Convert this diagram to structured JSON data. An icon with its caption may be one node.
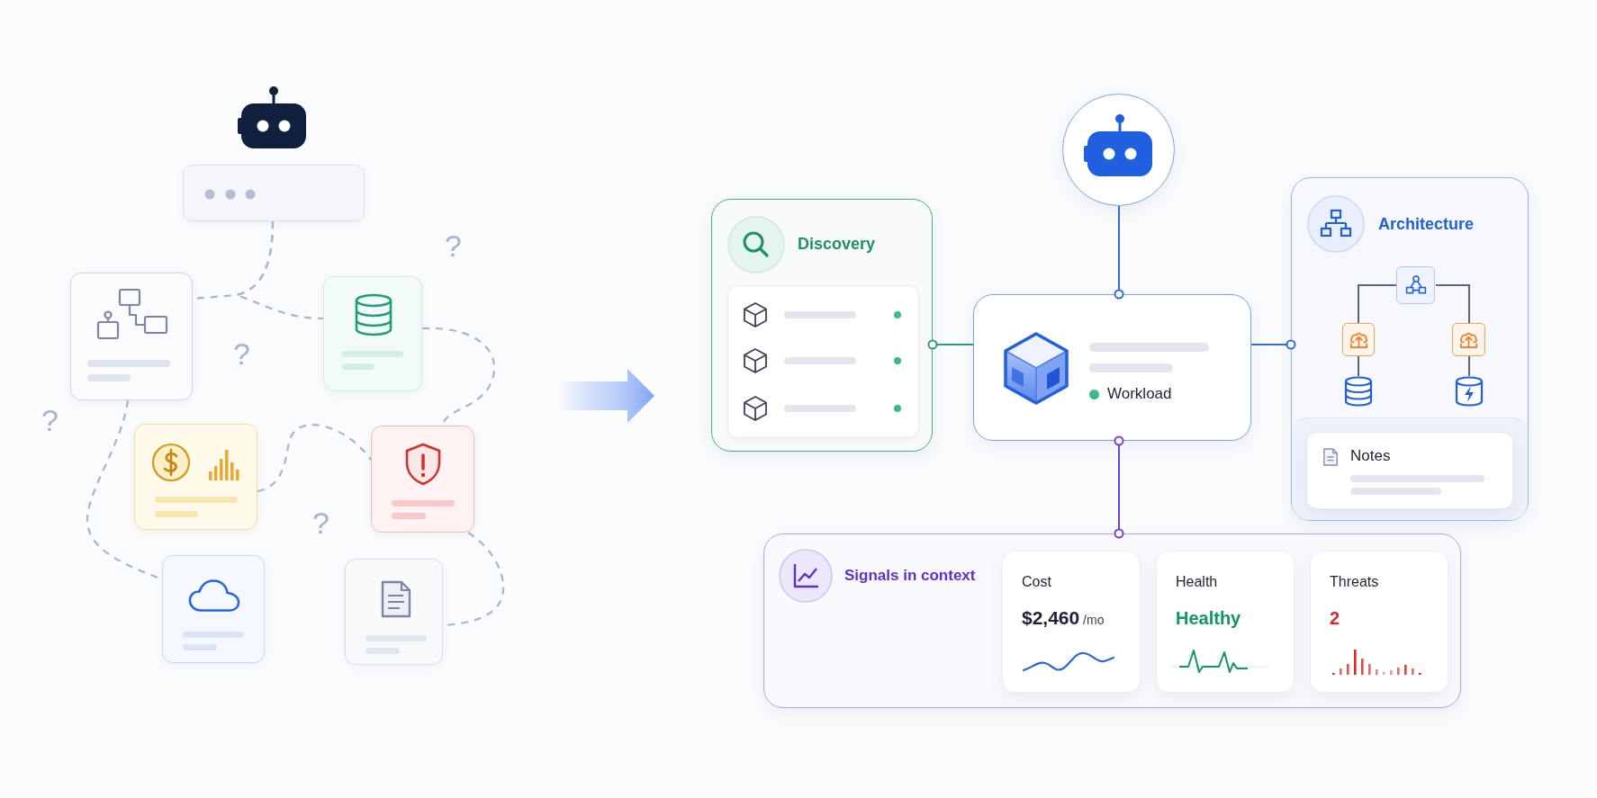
{
  "diagram": {
    "nodes": [
      {
        "text": [],
        "shape": "box"
      },
      {
        "text": [],
        "shape": "box"
      },
      {
        "text": [],
        "shape": "box"
      },
      {
        "text": [],
        "shape": "box"
      },
      {
        "text": [],
        "shape": "box"
      },
      {
        "text": [],
        "shape": "box"
      },
      {
        "text": [],
        "shape": "box"
      },
      {
        "text": [],
        "shape": "circle"
      },
      {
        "text": [
          "Discovery"
        ]
      },
      {
        "text": [
          "Workload"
        ]
      },
      {
        "text": [
          "Architecture"
        ]
      },
      {
        "text": [],
        "shape": "box",
        "in": 10
      },
      {
        "text": [],
        "shape": "box",
        "in": 10
      },
      {
        "text": [],
        "shape": "box",
        "in": 10
      },
      {
        "text": [],
        "shape": "cylinder",
        "in": 10
      },
      {
        "text": [],
        "shape": "cylinder",
        "in": 10
      },
      {
        "text": [
          "Notes"
        ],
        "in": 10
      },
      {
        "text": [
          "Signals in context"
        ]
      },
      {
        "text": [
          "Cost",
          "**$2,460** /mo"
        ],
        "in": 17
      },
      {
        "text": [
          "Health",
          "Healthy"
        ],
        "in": 17
      },
      {
        "text": [
          "Threats",
          "2"
        ],
        "in": 17
      }
    ],
    "edges": [
      {
        "from": 0,
        "to": 1,
        "arrow": "none",
        "style": "dashed"
      },
      {
        "from": 0,
        "to": 2,
        "arrow": "none",
        "style": "dashed"
      },
      {
        "from": 1,
        "to": 5,
        "arrow": "none",
        "style": "dashed"
      },
      {
        "from": 2,
        "to": 4,
        "arrow": "none",
        "style": "dashed"
      },
      {
        "from": 3,
        "to": 4,
        "arrow": "none",
        "style": "dashed"
      },
      {
        "from": 4,
        "to": 6,
        "arrow": "none",
        "style": "dashed"
      },
      {
        "from": 7,
        "to": 9,
        "arrow": "other",
        "color": "#2f6be3"
      },
      {
        "from": 9,
        "to": 8,
        "arrow": "other",
        "color": "#2a9d7a"
      },
      {
        "from": 9,
        "to": 10,
        "arrow": "other",
        "color": "#2f6be3"
      },
      {
        "from": 9,
        "to": 17,
        "arrow": "other",
        "color": "#6d43e0"
      },
      {
        "from": 11,
        "to": 12,
        "arrow": "none",
        "color": "#5b6478"
      },
      {
        "from": 11,
        "to": 13,
        "arrow": "none",
        "color": "#5b6478"
      },
      {
        "from": 12,
        "to": 14,
        "arrow": "none",
        "color": "#5b6478"
      },
      {
        "from": 13,
        "to": 15,
        "arrow": "none",
        "color": "#5b6478"
      }
    ],
    "labels": [
      "?",
      "?",
      "?",
      "?"
    ]
  }
}
